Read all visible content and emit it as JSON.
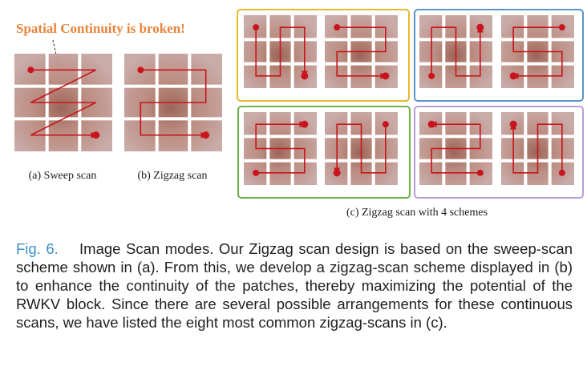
{
  "annotation": "Spatial Continuity is broken!",
  "sub_a": "(a) Sweep scan",
  "sub_b": "(b) Zigzag scan",
  "sub_c": "(c) Zigzag scan with 4 schemes",
  "caption_label": "Fig. 6.",
  "caption_text": "Image Scan modes. Our Zigzag scan design is based on the sweep-scan scheme shown in (a). From this, we develop a zigzag-scan scheme displayed in (b) to enhance the continuity of the patches, thereby maximizing the potential of the RWKV block. Since there are several possible arrangements for these continuous scans, we have listed the eight most common zigzag-scans in (c).",
  "colors": {
    "arrow": "#c8141c",
    "frame_yellow": "#e8b92c",
    "frame_blue": "#5b95c9",
    "frame_green": "#6bb048",
    "frame_purple": "#b89ed6",
    "annotation": "#e8833a",
    "fig_label": "#3d8fc8",
    "skin": "#c9aba8",
    "lesion": "#8a4a3a"
  }
}
